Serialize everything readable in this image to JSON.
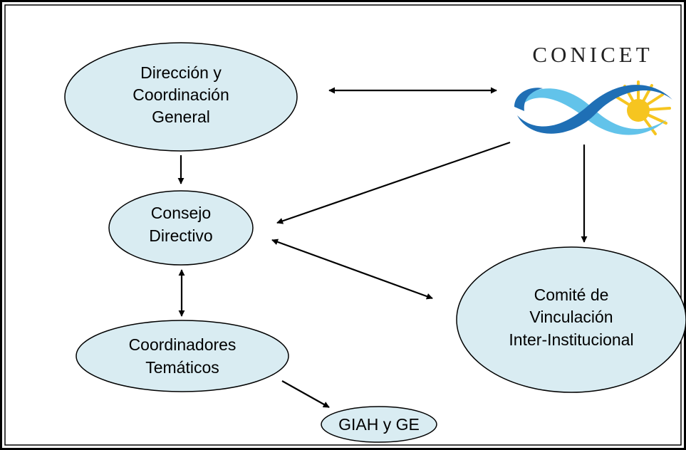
{
  "colors": {
    "node_fill": "#d9ecf2",
    "stroke": "#000000",
    "logo_text": "#222222",
    "logo_blue_light": "#62c3ea",
    "logo_blue_dark": "#1f6fb5",
    "logo_sun": "#f6c520"
  },
  "logo": {
    "name": "CONICET",
    "icon": "argentine-infinity-ribbon-with-sun"
  },
  "nodes": {
    "direccion": {
      "lines": [
        "Dirección y",
        "Coordinación",
        "General"
      ]
    },
    "consejo": {
      "lines": [
        "Consejo",
        "Directivo"
      ]
    },
    "coordinadores": {
      "lines": [
        "Coordinadores",
        "Temáticos"
      ]
    },
    "giah": {
      "lines": [
        "GIAH y GE"
      ]
    },
    "comite": {
      "lines": [
        "Comité de",
        "Vinculación",
        "Inter-Institucional"
      ]
    }
  },
  "edges": [
    {
      "from": "direccion",
      "to": "conicet",
      "direction": "both"
    },
    {
      "from": "direccion",
      "to": "consejo",
      "direction": "forward"
    },
    {
      "from": "conicet",
      "to": "consejo",
      "direction": "forward"
    },
    {
      "from": "conicet",
      "to": "comite",
      "direction": "forward"
    },
    {
      "from": "consejo",
      "to": "comite",
      "direction": "both"
    },
    {
      "from": "consejo",
      "to": "coordinadores",
      "direction": "both"
    },
    {
      "from": "coordinadores",
      "to": "giah",
      "direction": "forward"
    }
  ]
}
